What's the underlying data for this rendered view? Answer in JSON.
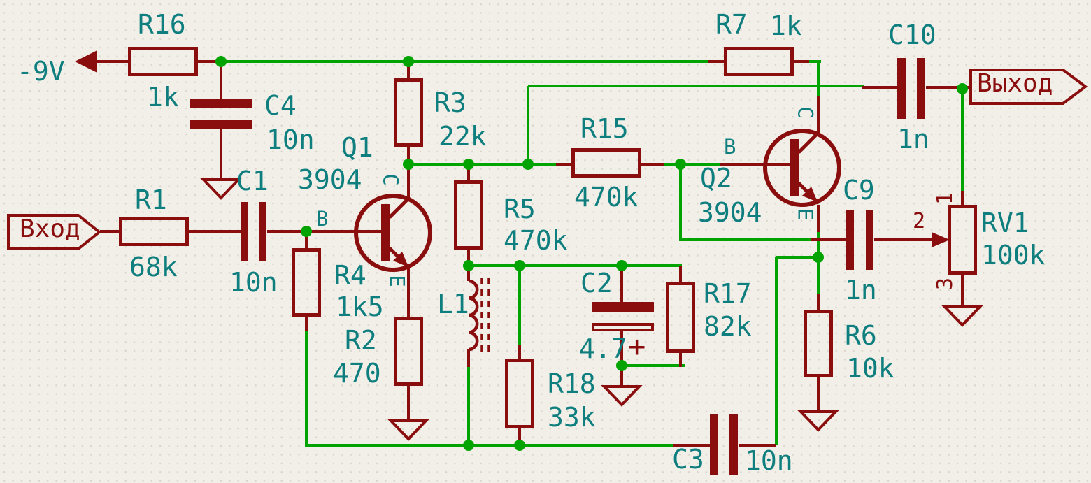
{
  "schematic": {
    "power_labels": {
      "v_neg9": "-9V"
    },
    "hier_labels": {
      "input": "Вход",
      "output": "Выход"
    },
    "components": {
      "R16": {
        "ref": "R16",
        "value": "1k"
      },
      "R1": {
        "ref": "R1",
        "value": "68k"
      },
      "R4": {
        "ref": "R4",
        "value": "1k5"
      },
      "R2": {
        "ref": "R2",
        "value": "470"
      },
      "R3": {
        "ref": "R3",
        "value": "22k"
      },
      "R5": {
        "ref": "R5",
        "value": "470k"
      },
      "R18": {
        "ref": "R18",
        "value": "33k"
      },
      "R15": {
        "ref": "R15",
        "value": "470k"
      },
      "R17": {
        "ref": "R17",
        "value": "82k"
      },
      "R7": {
        "ref": "R7",
        "value": "1k"
      },
      "R6": {
        "ref": "R6",
        "value": "10k"
      },
      "C4": {
        "ref": "C4",
        "value": "10n"
      },
      "C1": {
        "ref": "C1",
        "value": "10n"
      },
      "C2": {
        "ref": "C2",
        "value": "4.7",
        "polarity_mark": "+"
      },
      "C3": {
        "ref": "C3",
        "value": "10n"
      },
      "C9": {
        "ref": "C9",
        "value": "1n"
      },
      "C10": {
        "ref": "C10",
        "value": "1n"
      },
      "L1": {
        "ref": "L1"
      },
      "Q1": {
        "ref": "Q1",
        "value": "3904",
        "pin_names": {
          "base": "B",
          "collector": "C",
          "emitter": "E"
        }
      },
      "Q2": {
        "ref": "Q2",
        "value": "3904",
        "pin_names": {
          "base": "B",
          "collector": "C",
          "emitter": "E"
        }
      },
      "RV1": {
        "ref": "RV1",
        "value": "100k",
        "pin_numbers": {
          "p1": "1",
          "p2": "2",
          "p3": "3"
        }
      }
    },
    "colors": {
      "background": "#F1EFE8",
      "grid_dot": "#D9D7CC",
      "symbol_outline": "#8A0E0E",
      "wire": "#00A300",
      "junction": "#00A300",
      "field_text": "#0E7E7E"
    }
  }
}
